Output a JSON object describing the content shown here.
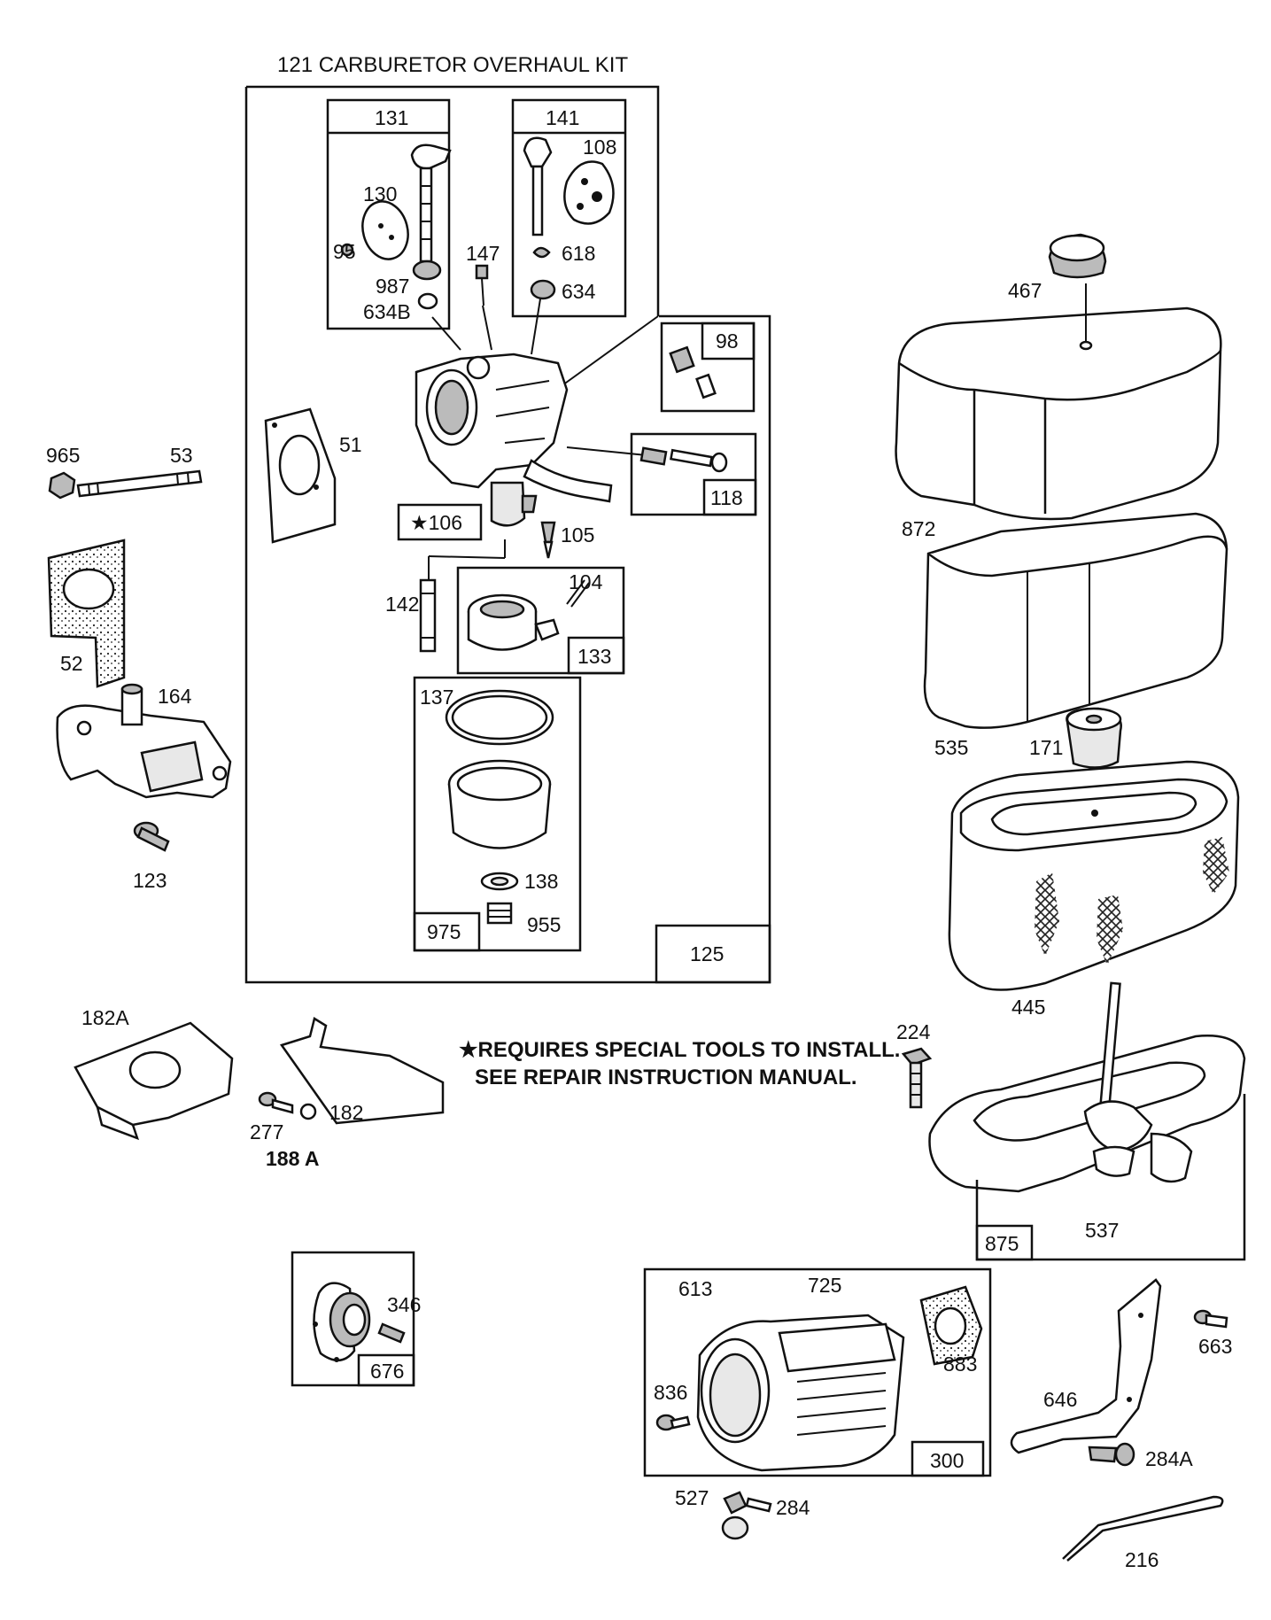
{
  "title": "121 CARBURETOR OVERHAUL KIT",
  "note_lines": [
    "★REQUIRES SPECIAL TOOLS TO INSTALL.",
    "SEE REPAIR INSTRUCTION MANUAL."
  ],
  "kit_boxes": {
    "k131": "131",
    "k141": "141",
    "k98": "98",
    "k118": "118",
    "k106": "★106",
    "k133": "133",
    "k975": "975",
    "k125": "125",
    "k875": "875",
    "k676": "676",
    "k300": "300"
  },
  "parts": {
    "p108": "108",
    "p130": "130",
    "p95": "95",
    "p987": "987",
    "p634B": "634B",
    "p147": "147",
    "p618": "618",
    "p634": "634",
    "p51": "51",
    "p105": "105",
    "p104": "104",
    "p142": "142",
    "p137": "137",
    "p138": "138",
    "p955": "955",
    "p965": "965",
    "p53": "53",
    "p52": "52",
    "p164": "164",
    "p123": "123",
    "p182A": "182A",
    "p182": "182",
    "p277": "277",
    "p188A": "188 A",
    "p467": "467",
    "p872": "872",
    "p535": "535",
    "p171": "171",
    "p445": "445",
    "p224": "224",
    "p537": "537",
    "p346": "346",
    "p613": "613",
    "p725": "725",
    "p883": "883",
    "p836": "836",
    "p527": "527",
    "p284": "284",
    "p663": "663",
    "p646": "646",
    "p284A": "284A",
    "p216": "216"
  }
}
